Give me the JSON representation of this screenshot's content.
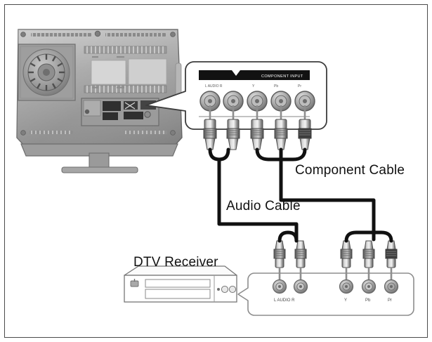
{
  "diagram": {
    "title": "TV rear panel to DTV receiver component and audio connection diagram",
    "border_color": "#4a4a4a",
    "background_color": "#ffffff",
    "cable_color": "#111111"
  },
  "labels": {
    "component_cable": "Component Cable",
    "audio_cable": "Audio Cable",
    "dtv_receiver": "DTV Receiver"
  },
  "tv_panel": {
    "callout_header": "COMPONENT INPUT",
    "jack_labels": [
      "L AUDIO R",
      "",
      "Y",
      "Pb",
      "Pr"
    ],
    "jack_group_audio": "L AUDIO R",
    "jack_group_video": [
      "Y",
      "Pb",
      "Pr"
    ],
    "jack_count": 5
  },
  "receiver_panel": {
    "audio_label": "L AUDIO R",
    "video_labels": [
      "Y",
      "Pb",
      "Pr"
    ],
    "jack_count": 5
  },
  "cables": [
    {
      "name": "audio_cable",
      "label": "Audio Cable",
      "plug_count": 2,
      "from": "TV L/R AUDIO input",
      "to": "DTV Receiver L/R AUDIO output"
    },
    {
      "name": "component_cable",
      "label": "Component Cable",
      "plug_count": 3,
      "from": "TV Y/Pb/Pr component input",
      "to": "DTV Receiver Y/Pb/Pr component output"
    }
  ],
  "devices": {
    "tv": {
      "name": "TV rear view",
      "has_fan": true,
      "has_stand": true
    },
    "receiver": {
      "name": "DTV Receiver set-top box"
    }
  }
}
